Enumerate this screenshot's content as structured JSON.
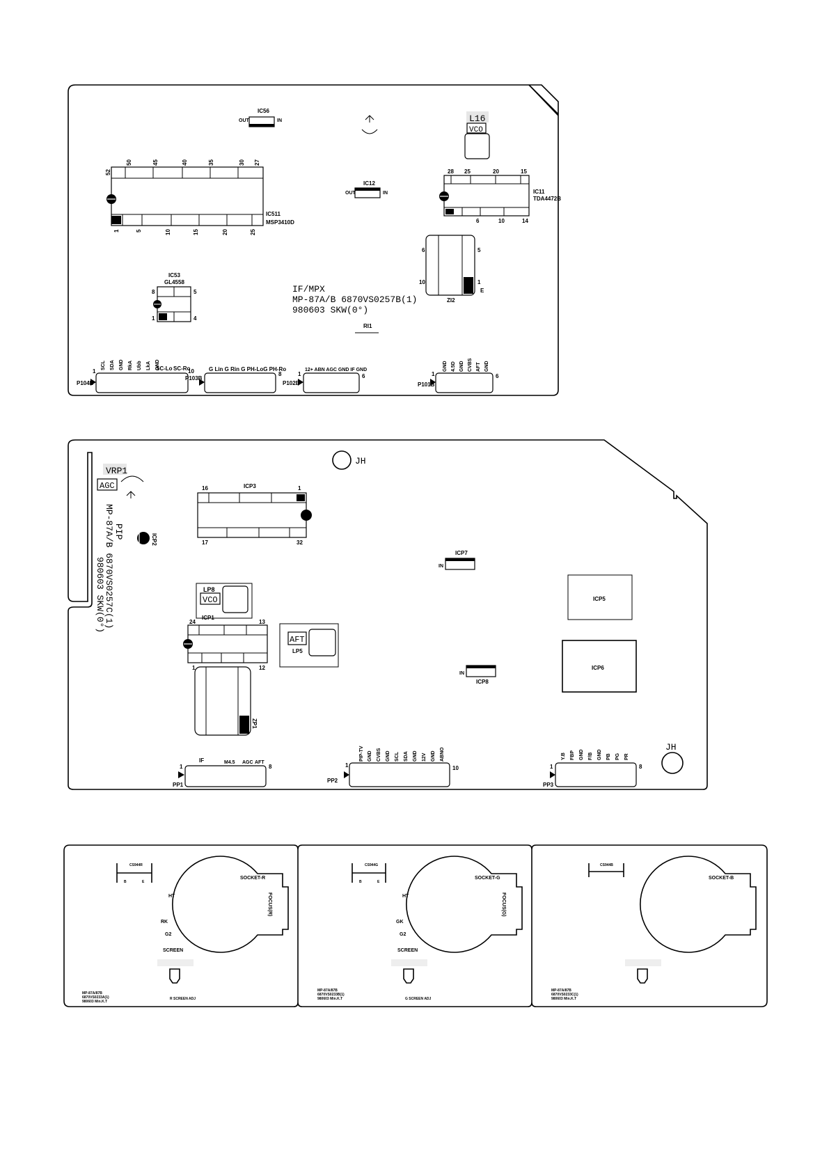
{
  "board1": {
    "ic56": "IC56",
    "ic56_out": "OUT",
    "ic56_in": "IN",
    "l16": "L16",
    "l16_vco": "VCO",
    "ic511_pins_top": [
      "52",
      "50",
      "45",
      "40",
      "35",
      "30",
      "27"
    ],
    "ic511_pins_bottom": [
      "1",
      "5",
      "10",
      "15",
      "20",
      "25"
    ],
    "ic511_name": "IC511",
    "ic511_part": "MSP3410D",
    "ic12": "IC12",
    "ic12_out": "OUT",
    "ic12_in": "IN",
    "ic11_pins_top": [
      "28",
      "25",
      "20",
      "15"
    ],
    "ic11_pins_bottom": [
      "6",
      "10",
      "14"
    ],
    "ic11_name": "IC11",
    "ic11_part": "TDA4472B",
    "zi2_left_top": "6",
    "zi2_left_bottom": "10",
    "zi2_right_top": "5",
    "zi2_right_1": "1",
    "zi2_right_e": "E",
    "zi2": "ZI2",
    "ic53": "IC53",
    "ic53_part": "GL4558",
    "ic53_p8": "8",
    "ic53_p5": "5",
    "ic53_p1": "1",
    "ic53_p4": "4",
    "title_line1": "IF/MPX",
    "title_line2": "MP-87A/B 6870VS0257B(1)",
    "title_line3": "980603  SKW(0°)",
    "ri1": "RI1",
    "p104b": "P104B",
    "p104b_1": "1",
    "p104b_10": "10",
    "p104b_pins": [
      "SCL",
      "SDA",
      "GND",
      "RkA",
      "Ubb",
      "LkA",
      "GND"
    ],
    "p104b_sclo": "SC-Lo",
    "p104b_scro": "SC-Ro",
    "p103b": "P103B",
    "p103b_pins": "G  Lin  G  Rin G  PH-LoG  PH-Ro",
    "p103b_8": "8",
    "p102b": "P102B",
    "p102b_pins": "12+ ABN AGC GND IF GND",
    "p102b_1": "1",
    "p102b_6": "6",
    "p101b": "P101B",
    "p101b_1": "1",
    "p101b_6": "6",
    "p101b_pins": [
      "GND",
      "4.5D",
      "GND",
      "CVBS",
      "AFT",
      "GND"
    ]
  },
  "board2": {
    "vrp1": "VRP1",
    "agc": "AGC",
    "jh_top": "JH",
    "jh_bottom": "JH",
    "icp3": "ICP3",
    "icp3_16": "16",
    "icp3_1": "1",
    "icp3_17": "17",
    "icp3_32": "32",
    "icp2": "ICP2",
    "vert_line1": "MP-87A/B 6870VS0257C(1)",
    "vert_line2": "PIP",
    "vert_line3": "980603  SKW(0°)",
    "icp7": "ICP7",
    "icp7_in": "IN",
    "lp8": "LP8",
    "lp8_vco": "VCO",
    "icp1": "ICP1",
    "icp1_24": "24",
    "icp1_13": "13",
    "icp1_1": "1",
    "icp1_12": "12",
    "aft": "AFT",
    "lp5": "LP5",
    "icp5": "ICP5",
    "icp6": "ICP6",
    "icp8": "ICP8",
    "icp8_in": "IN",
    "zp1": "ZP1",
    "pp1": "PP1",
    "pp1_1": "1",
    "pp1_8": "8",
    "pp1_if": "IF",
    "pp1_m45": "M4.5",
    "pp1_agc": "AGC",
    "pp1_aft": "AFT",
    "pp2": "PP2",
    "pp2_1": "1",
    "pp2_10": "10",
    "pp2_pins": [
      "PIP-TV",
      "GND",
      "CVBS",
      "GND",
      "SCL",
      "SDA",
      "GND",
      "12V",
      "GND",
      "ABNO"
    ],
    "pp3": "PP3",
    "pp3_1": "1",
    "pp3_8": "8",
    "pp3_pins": [
      "Y.B",
      "FBP",
      "GND",
      "F/B",
      "GND",
      "PB",
      "PG",
      "PR"
    ]
  },
  "boards3": [
    {
      "conn": "CS944R",
      "b": "B",
      "e": "E",
      "socket": "SOCKET-R",
      "focus": "FOCUS(R)",
      "ht": "HT",
      "k": "RK",
      "g2": "G2",
      "screen": "SCREEN",
      "model": "MP-87A/87B",
      "part": "6870VS0233A(1)",
      "date": "980603 Min.K.T",
      "adj": "R SCREEN ADJ"
    },
    {
      "conn": "CS944G",
      "b": "B",
      "e": "E",
      "socket": "SOCKET-G",
      "focus": "FOCUS(G)",
      "ht": "HT",
      "k": "GK",
      "g2": "G2",
      "screen": "SCREEN",
      "model": "MP-87A/87B",
      "part": "6870VS0233B(1)",
      "date": "980603 Min.K.T",
      "adj": "G SCREEN ADJ"
    },
    {
      "conn": "CS944B",
      "b": "",
      "e": "",
      "socket": "SOCKET-B",
      "focus": "",
      "ht": "",
      "k": "",
      "g2": "",
      "screen": "",
      "model": "MP-87A/87B",
      "part": "6870VS0233C(1)",
      "date": "980603 Min.K.T",
      "adj": ""
    }
  ]
}
